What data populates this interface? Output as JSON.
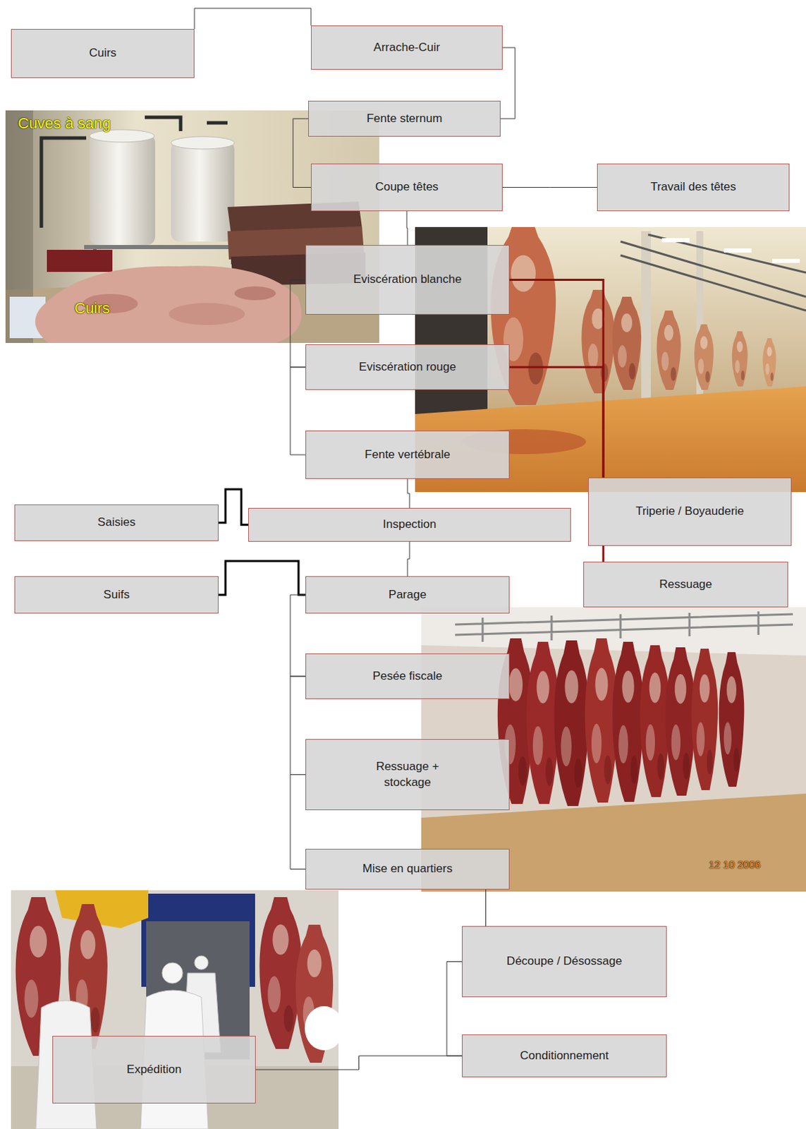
{
  "diagram": {
    "nodes": [
      {
        "text": [
          "Cuirs"
        ]
      },
      {
        "text": [
          "Arrache-Cuir"
        ]
      },
      {
        "text": [
          "Fente sternum"
        ]
      },
      {
        "text": [
          "Coupe têtes"
        ]
      },
      {
        "text": [
          "Travail des têtes"
        ]
      },
      {
        "text": [
          "Eviscération blanche"
        ]
      },
      {
        "text": [
          "Eviscération rouge"
        ]
      },
      {
        "text": [
          "Fente vertébrale"
        ]
      },
      {
        "text": [
          "Saisies"
        ]
      },
      {
        "text": [
          "Inspection"
        ]
      },
      {
        "text": [
          "Triperie / Boyauderie"
        ]
      },
      {
        "text": [
          "Suifs"
        ]
      },
      {
        "text": [
          "Parage"
        ]
      },
      {
        "text": [
          "Ressuage"
        ]
      },
      {
        "text": [
          "Pesée fiscale"
        ]
      },
      {
        "text": [
          "Ressuage + stockage"
        ]
      },
      {
        "text": [
          "Mise en quartiers"
        ]
      },
      {
        "text": [
          "Découpe / Désossage"
        ]
      },
      {
        "text": [
          "Conditionnement"
        ]
      },
      {
        "text": [
          "Expédition"
        ]
      }
    ],
    "edges": [
      {
        "from": 0,
        "to": 1,
        "arrow": "none"
      },
      {
        "from": 1,
        "to": 2,
        "arrow": "none"
      },
      {
        "from": 2,
        "to": 3,
        "arrow": "none"
      },
      {
        "from": 3,
        "to": 4,
        "arrow": "none"
      },
      {
        "from": 3,
        "to": 5,
        "arrow": "none"
      },
      {
        "from": 5,
        "to": 6,
        "arrow": "none"
      },
      {
        "from": 6,
        "to": 7,
        "arrow": "none"
      },
      {
        "from": 7,
        "to": 9,
        "arrow": "none"
      },
      {
        "from": 9,
        "to": 8,
        "arrow": "none"
      },
      {
        "from": 5,
        "to": 10,
        "arrow": "none"
      },
      {
        "from": 6,
        "to": 10,
        "arrow": "none"
      },
      {
        "from": 10,
        "to": 13,
        "arrow": "none"
      },
      {
        "from": 9,
        "to": 12,
        "arrow": "none"
      },
      {
        "from": 12,
        "to": 11,
        "arrow": "none"
      },
      {
        "from": 12,
        "to": 14,
        "arrow": "none"
      },
      {
        "from": 14,
        "to": 15,
        "arrow": "none"
      },
      {
        "from": 15,
        "to": 16,
        "arrow": "none"
      },
      {
        "from": 16,
        "to": 17,
        "arrow": "none"
      },
      {
        "from": 17,
        "to": 18,
        "arrow": "none"
      },
      {
        "from": 18,
        "to": 19,
        "arrow": "none"
      }
    ],
    "labels": [
      "Cuves à sang",
      "Cuirs",
      "12 10 2006"
    ]
  }
}
